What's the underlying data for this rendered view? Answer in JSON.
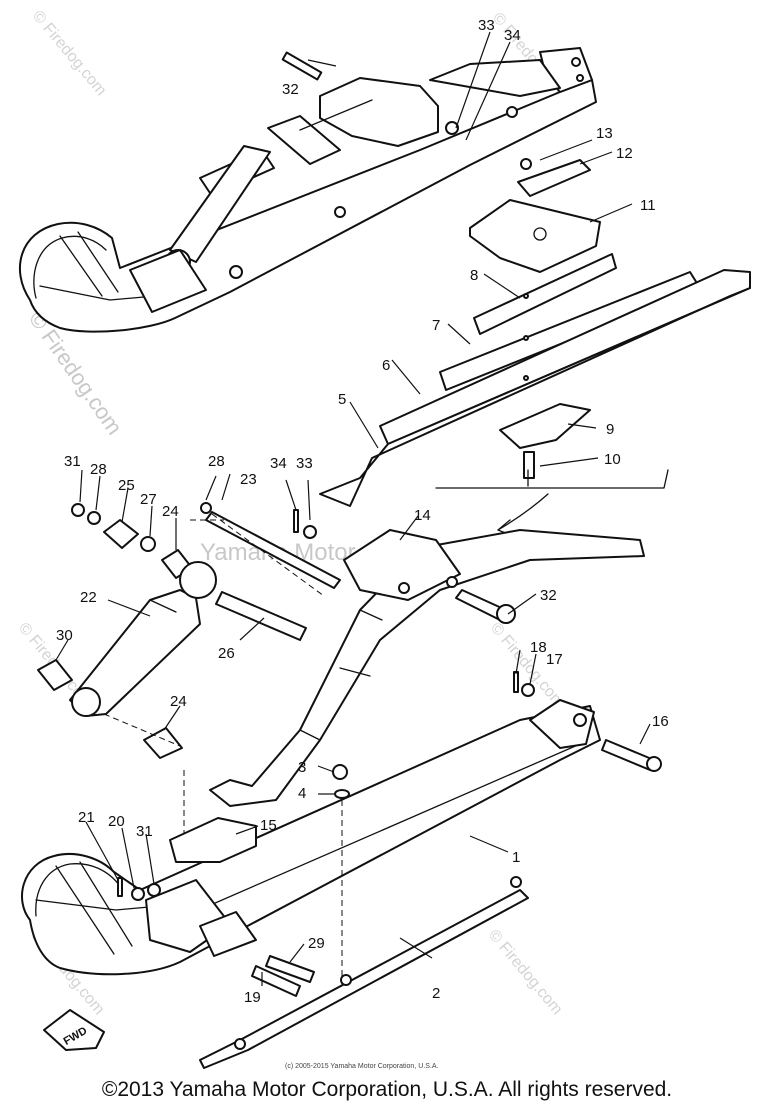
{
  "watermarks": {
    "site": "© Firedog.com",
    "center": "Yamaha Motor Corp., U.S.A."
  },
  "callouts": [
    "1",
    "2",
    "3",
    "4",
    "5",
    "6",
    "7",
    "8",
    "9",
    "10",
    "11",
    "12",
    "13",
    "14",
    "15",
    "16",
    "17",
    "18",
    "19",
    "20",
    "21",
    "22",
    "23",
    "24",
    "25",
    "26",
    "27",
    "28",
    "29",
    "30",
    "31",
    "32",
    "33",
    "34"
  ],
  "fwd_label": "FWD",
  "small_credit": "(c) 2005-2015 Yamaha Motor Corporation, U.S.A.",
  "copyright": "©2013 Yamaha Motor Corporation, U.S.A. All rights reserved."
}
